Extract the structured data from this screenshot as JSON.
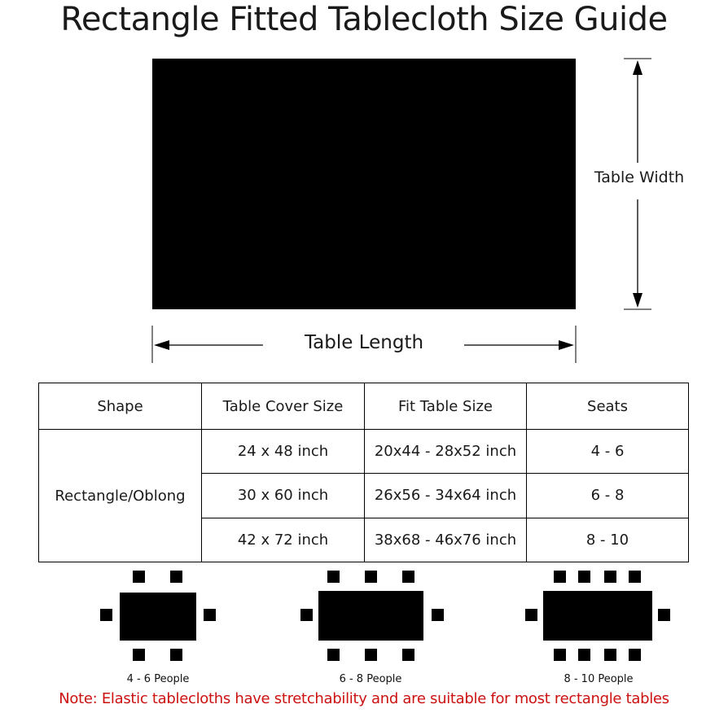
{
  "title": "Rectangle Fitted Tablecloth Size Guide",
  "diagram": {
    "width_label": "Table Width",
    "length_label": "Table Length"
  },
  "table": {
    "headers": [
      "Shape",
      "Table Cover Size",
      "Fit Table Size",
      "Seats"
    ],
    "shape": "Rectangle/Oblong",
    "rows": [
      {
        "cover": "24 x 48 inch",
        "fit": "20x44 - 28x52 inch",
        "seats": "4 - 6"
      },
      {
        "cover": "30 x 60 inch",
        "fit": "26x56 - 34x64 inch",
        "seats": "6 - 8"
      },
      {
        "cover": "42 x 72 inch",
        "fit": "38x68 - 46x76 inch",
        "seats": "8 - 10"
      }
    ]
  },
  "seating": [
    {
      "label": "4 - 6 People"
    },
    {
      "label": "6 - 8 People"
    },
    {
      "label": "8 - 10 People"
    }
  ],
  "note": "Note: Elastic tablecloths have stretchability and are suitable for most rectangle tables",
  "colors": {
    "fill": "#000000",
    "note": "#cc1111"
  }
}
